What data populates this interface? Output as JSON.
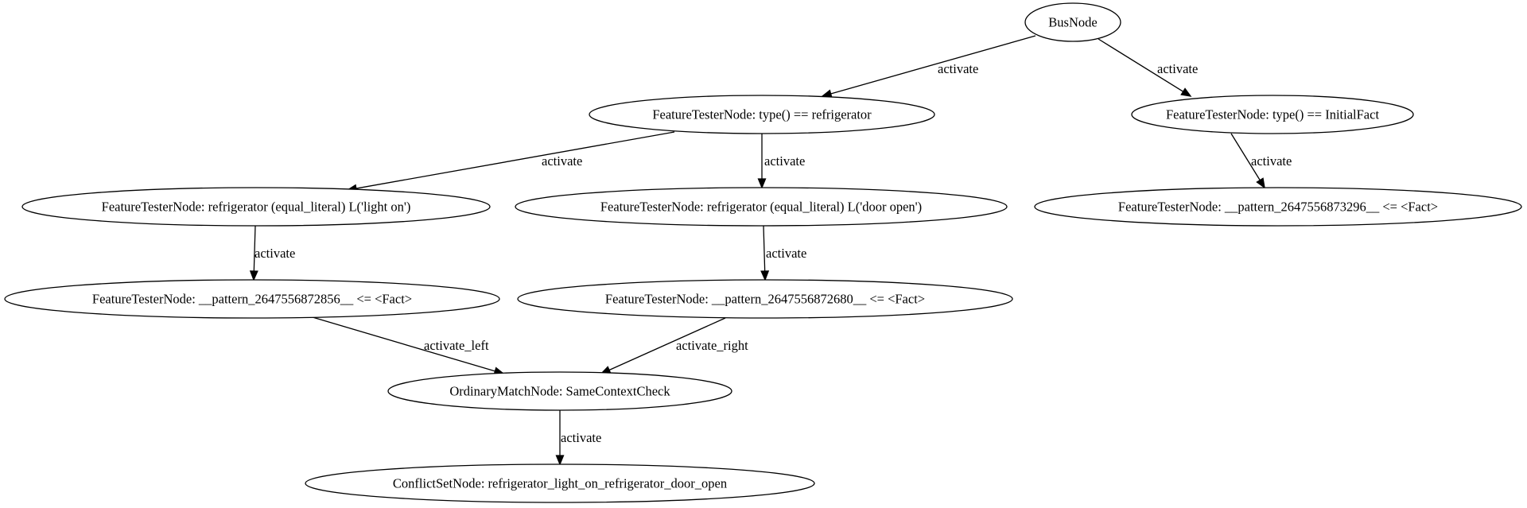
{
  "graph": {
    "nodes": [
      {
        "id": "bus",
        "label": "BusNode"
      },
      {
        "id": "ft_type_fridge",
        "label": "FeatureTesterNode: type() == refrigerator"
      },
      {
        "id": "ft_type_initial",
        "label": "FeatureTesterNode: type() == InitialFact"
      },
      {
        "id": "ft_light_on",
        "label": "FeatureTesterNode: refrigerator (equal_literal) L('light on')"
      },
      {
        "id": "ft_door_open",
        "label": "FeatureTesterNode: refrigerator (equal_literal) L('door open')"
      },
      {
        "id": "ft_pattern_3296",
        "label": "FeatureTesterNode: __pattern_2647556873296__ <= <Fact>"
      },
      {
        "id": "ft_pattern_2856",
        "label": "FeatureTesterNode: __pattern_2647556872856__ <= <Fact>"
      },
      {
        "id": "ft_pattern_2680",
        "label": "FeatureTesterNode: __pattern_2647556872680__ <= <Fact>"
      },
      {
        "id": "match_same_context",
        "label": "OrdinaryMatchNode: SameContextCheck"
      },
      {
        "id": "conflict_set",
        "label": "ConflictSetNode: refrigerator_light_on_refrigerator_door_open"
      }
    ],
    "edges": [
      {
        "id": "e_bus_fridge",
        "from": "bus",
        "to": "ft_type_fridge",
        "label": "activate"
      },
      {
        "id": "e_bus_initial",
        "from": "bus",
        "to": "ft_type_initial",
        "label": "activate"
      },
      {
        "id": "e_fridge_light",
        "from": "ft_type_fridge",
        "to": "ft_light_on",
        "label": "activate"
      },
      {
        "id": "e_fridge_door",
        "from": "ft_type_fridge",
        "to": "ft_door_open",
        "label": "activate"
      },
      {
        "id": "e_initial_3296",
        "from": "ft_type_initial",
        "to": "ft_pattern_3296",
        "label": "activate"
      },
      {
        "id": "e_light_2856",
        "from": "ft_light_on",
        "to": "ft_pattern_2856",
        "label": "activate"
      },
      {
        "id": "e_door_2680",
        "from": "ft_door_open",
        "to": "ft_pattern_2680",
        "label": "activate"
      },
      {
        "id": "e_2856_match",
        "from": "ft_pattern_2856",
        "to": "match_same_context",
        "label": "activate_left"
      },
      {
        "id": "e_2680_match",
        "from": "ft_pattern_2680",
        "to": "match_same_context",
        "label": "activate_right"
      },
      {
        "id": "e_match_conflict",
        "from": "match_same_context",
        "to": "conflict_set",
        "label": "activate"
      }
    ]
  }
}
